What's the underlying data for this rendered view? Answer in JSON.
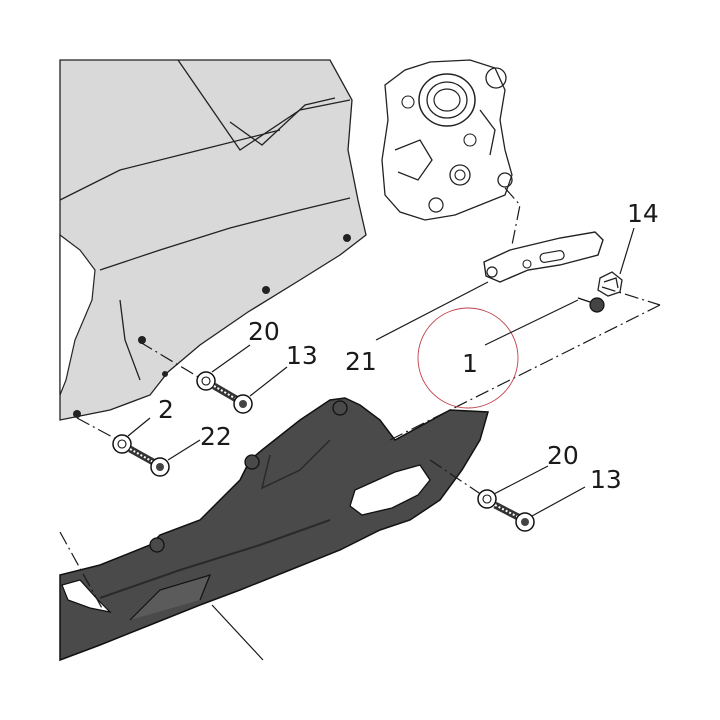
{
  "callouts": {
    "c14": "14",
    "c20a": "20",
    "c13a": "13",
    "c21": "21",
    "c1": "1",
    "c2": "2",
    "c22": "22",
    "c20b": "20",
    "c13b": "13"
  },
  "colors": {
    "fairing_fill": "#d9d9d9",
    "bellypan_fill": "#4a4a4a",
    "line": "#1a1a1a",
    "highlight_circle": "#c0404a"
  },
  "icons": [
    "bolt-icon",
    "washer-icon",
    "clip-nut-icon",
    "bracket-icon"
  ]
}
